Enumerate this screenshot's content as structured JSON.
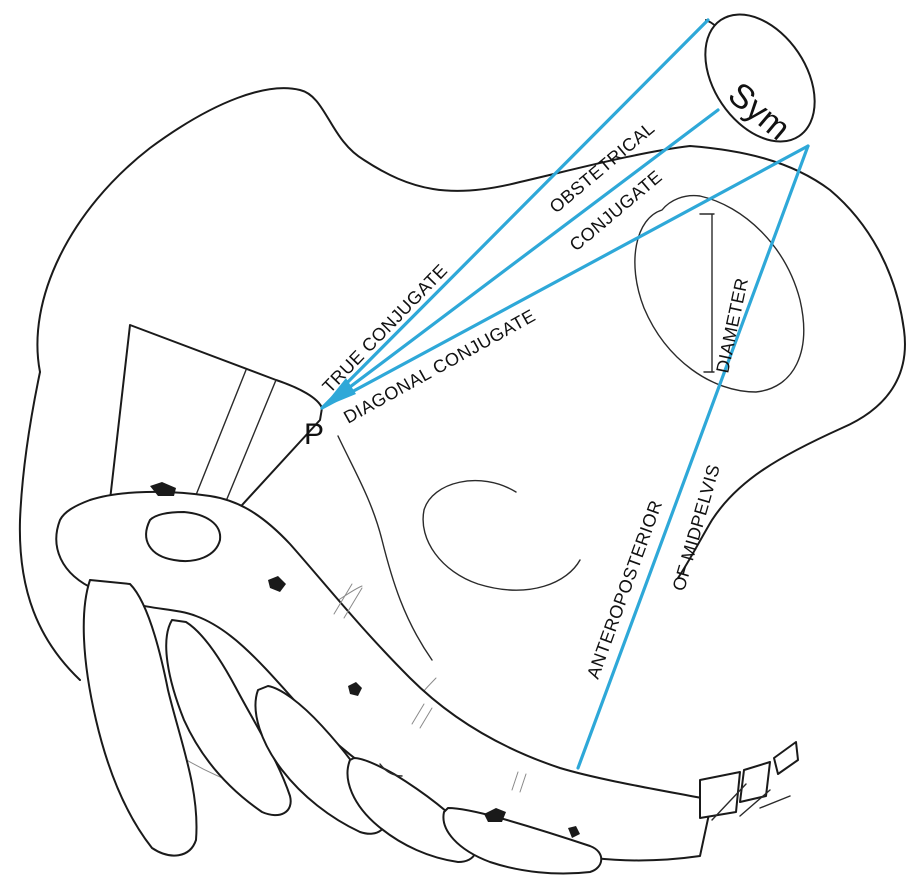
{
  "labels": {
    "symphysis": "Sym",
    "promontory": "P",
    "true_conjugate": "TRUE CONJUGATE",
    "obstetrical": "OBSTETRICAL",
    "obstetrical_conjugate": "CONJUGATE",
    "diagonal_conjugate": "DIAGONAL CONJUGATE",
    "anteroposterior": "ANTEROPOSTERIOR",
    "diameter": "DIAMETER",
    "of_midpelvis": "OF MIDPELVIS"
  },
  "colors": {
    "measurement_line": "#2ea8d8",
    "outline": "#1a1a1a"
  }
}
